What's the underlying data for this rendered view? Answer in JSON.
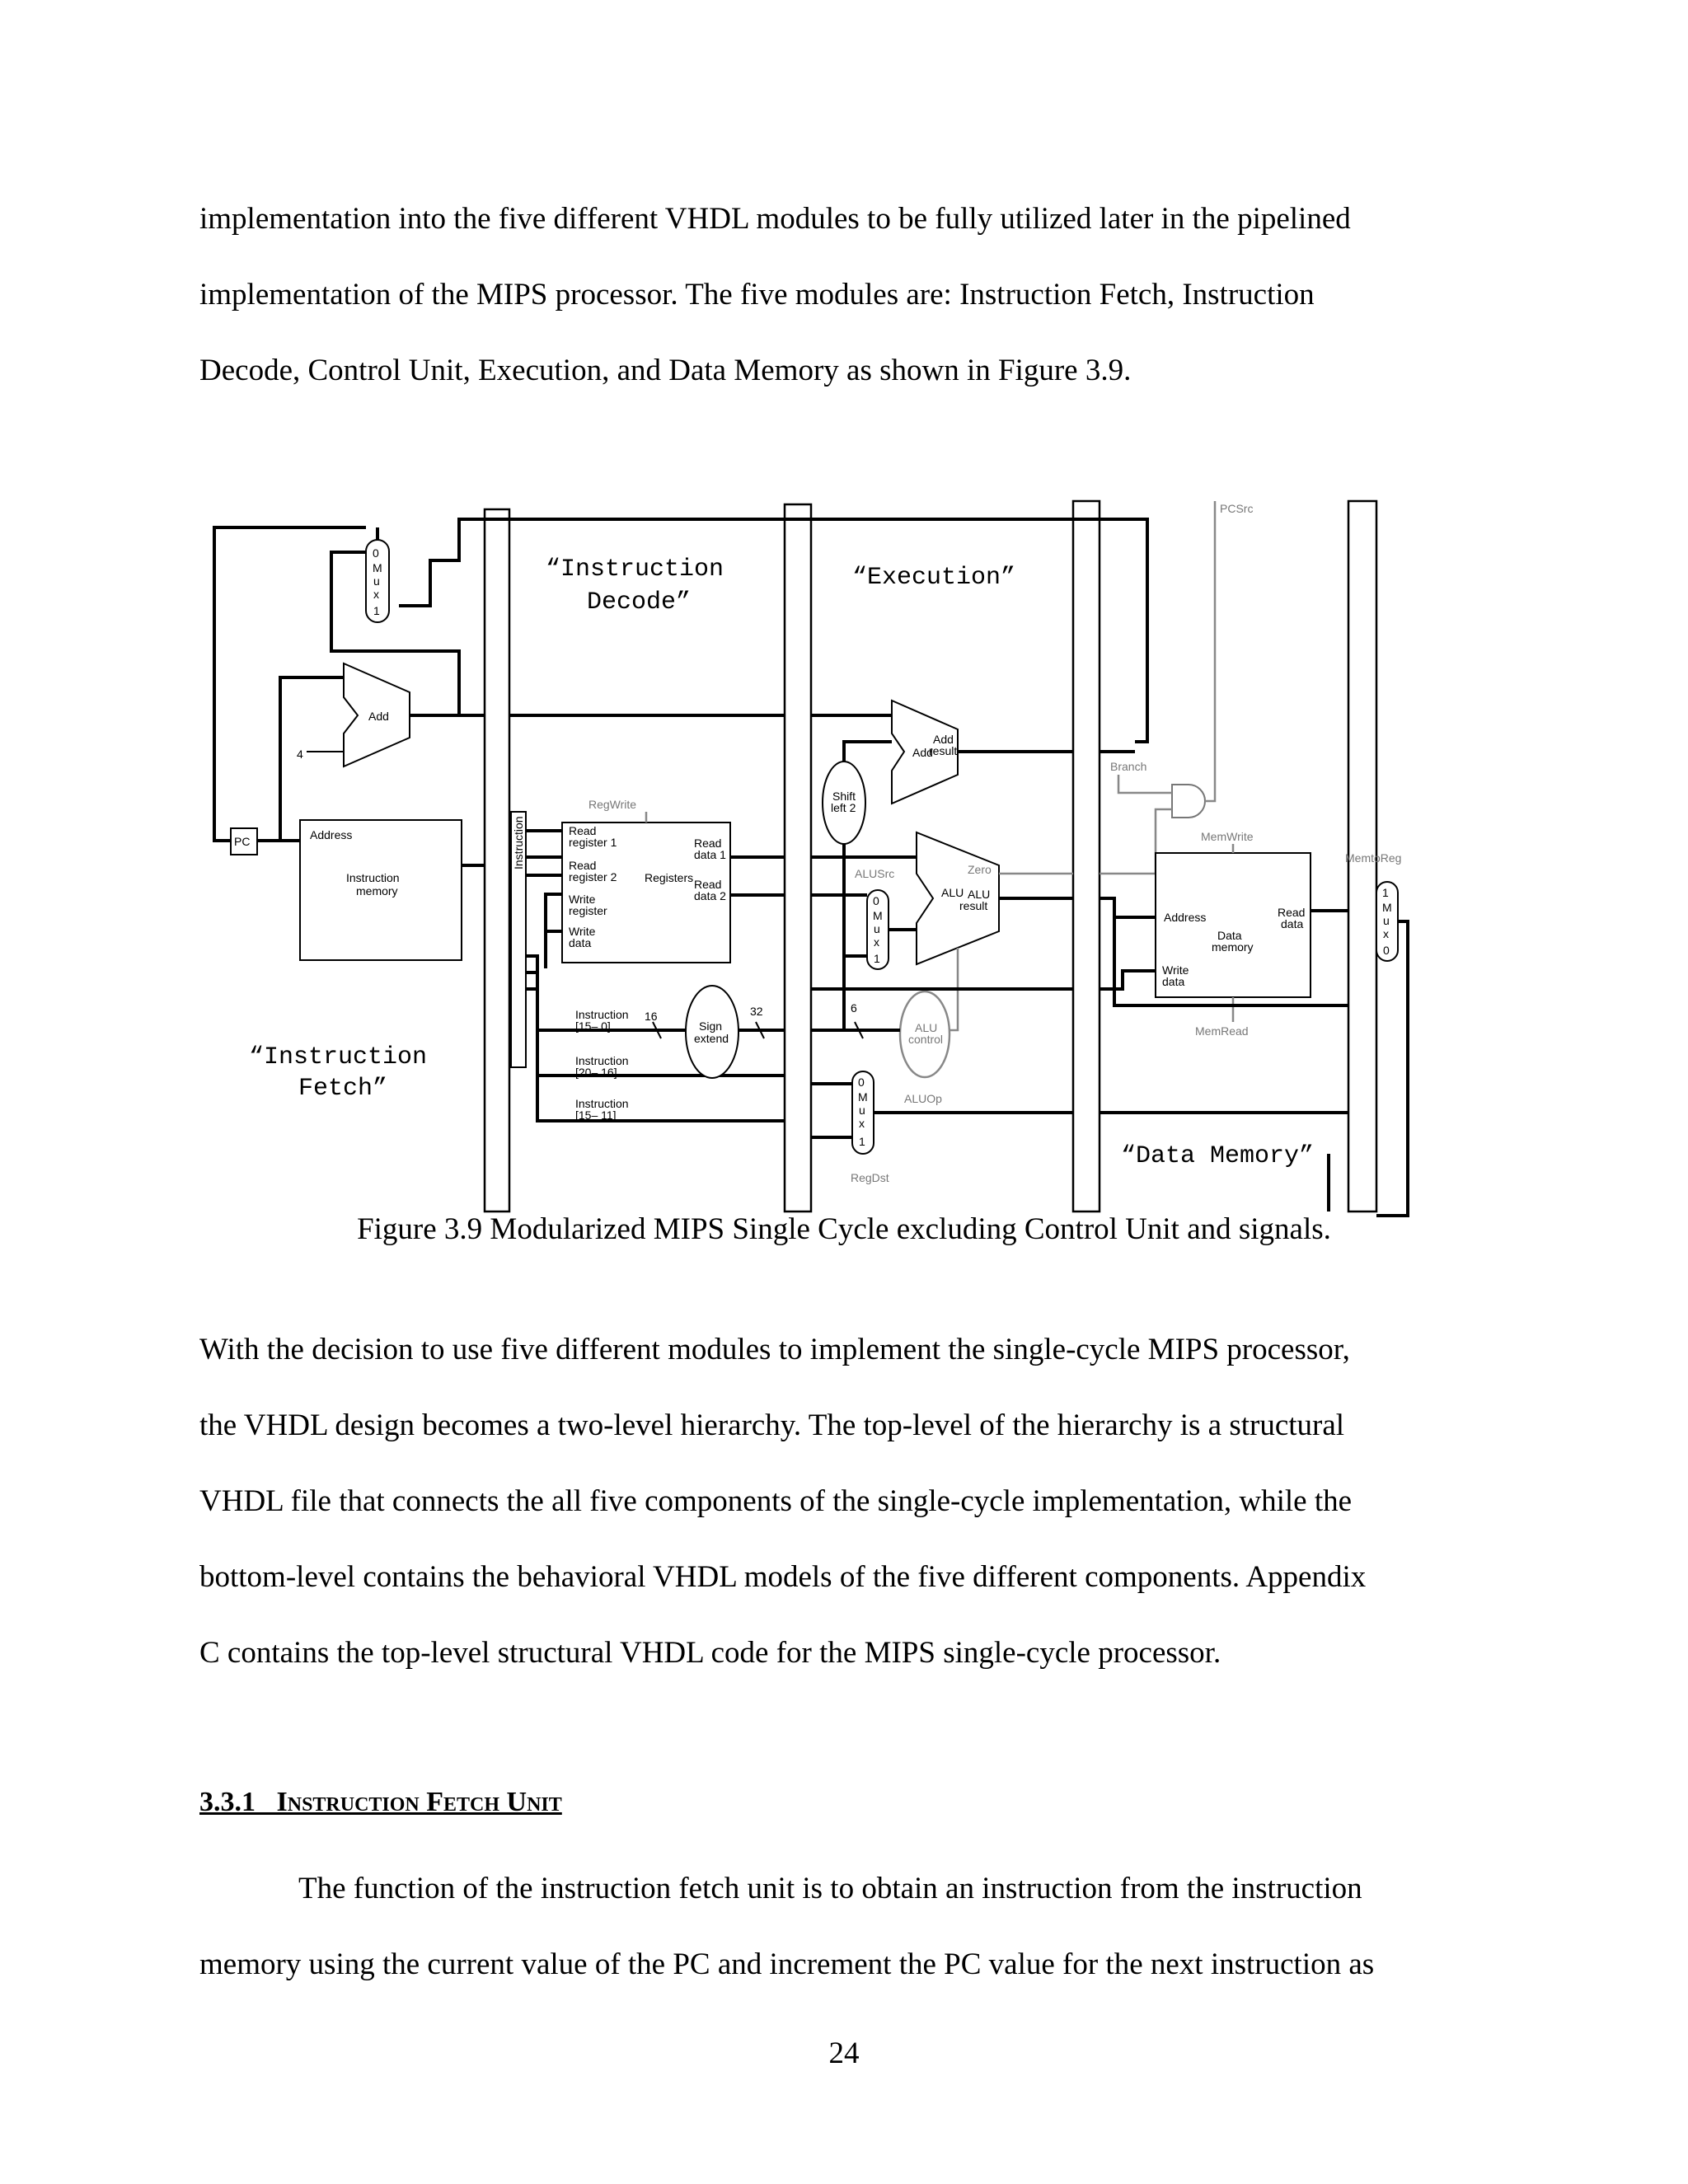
{
  "intro_lines": [
    "implementation into the five different VHDL modules to be fully utilized later in the pipelined",
    "implementation of the MIPS processor.  The five modules are: Instruction Fetch, Instruction",
    "Decode, Control Unit, Execution, and Data Memory as shown in Figure 3.9."
  ],
  "figure": {
    "caption": "Figure 3.9 Modularized MIPS Single Cycle excluding Control Unit and signals.",
    "regions": {
      "instruction_fetch": [
        "“Instruction",
        "Fetch”"
      ],
      "instruction_decode": [
        "“Instruction",
        "Decode”"
      ],
      "execution": "“Execution”",
      "data_memory": "“Data Memory”"
    },
    "labels": {
      "pcsrc": "PCSrc",
      "add": "Add",
      "four": "4",
      "pc": "PC",
      "address": "Address",
      "instruction_memory": [
        "Instruction",
        "memory"
      ],
      "instruction_bus": "Instruction",
      "regwrite": "RegWrite",
      "read_register_1": [
        "Read",
        "register 1"
      ],
      "read_register_2": [
        "Read",
        "register 2"
      ],
      "write_register": [
        "Write",
        "register"
      ],
      "write_data": [
        "Write",
        "data"
      ],
      "registers": "Registers",
      "read_data_1": [
        "Read",
        "data 1"
      ],
      "read_data_2": [
        "Read",
        "data 2"
      ],
      "instr_15_0": [
        "Instruction",
        "[15– 0]"
      ],
      "instr_20_16": [
        "Instruction",
        "[20– 16]"
      ],
      "instr_15_11": [
        "Instruction",
        "[15– 11]"
      ],
      "width_16": "16",
      "width_32": "32",
      "width_6": "6",
      "sign_extend": [
        "Sign",
        "extend"
      ],
      "shift_left_2": [
        "Shift",
        "left 2"
      ],
      "add_result": [
        "Add",
        "result"
      ],
      "alusrc": "ALUSrc",
      "alu": "ALU",
      "zero": "Zero",
      "alu_result": [
        "ALU",
        "result"
      ],
      "alu_control": [
        "ALU",
        "control"
      ],
      "aluop": "ALUOp",
      "regdst": "RegDst",
      "branch": "Branch",
      "memwrite": "MemWrite",
      "memread": "MemRead",
      "memtoreg": "MemtoReg",
      "data_memory": [
        "Data",
        "memory"
      ],
      "read_data": [
        "Read",
        "data"
      ],
      "mux_0_1": [
        "0",
        "M",
        "u",
        "x",
        "1"
      ],
      "mux_1_0": [
        "1",
        "M",
        "u",
        "x",
        "0"
      ]
    }
  },
  "body_lines": [
    "With the decision to use five different modules to implement the single-cycle MIPS processor,",
    "the VHDL design becomes a two-level hierarchy.  The top-level of the hierarchy is a structural",
    "VHDL file that connects the all five components of the single-cycle implementation, while the",
    "bottom-level contains the behavioral VHDL models of the five different components.  Appendix",
    "C contains the top-level structural VHDL code for the MIPS single-cycle processor."
  ],
  "section": {
    "number": "3.3.1",
    "title": "Instruction Fetch Unit"
  },
  "section_lines": [
    "The function of the instruction fetch unit is to obtain an instruction from the instruction",
    "memory using the current value of the PC and increment the PC value for the next instruction as"
  ],
  "page_number": "24"
}
